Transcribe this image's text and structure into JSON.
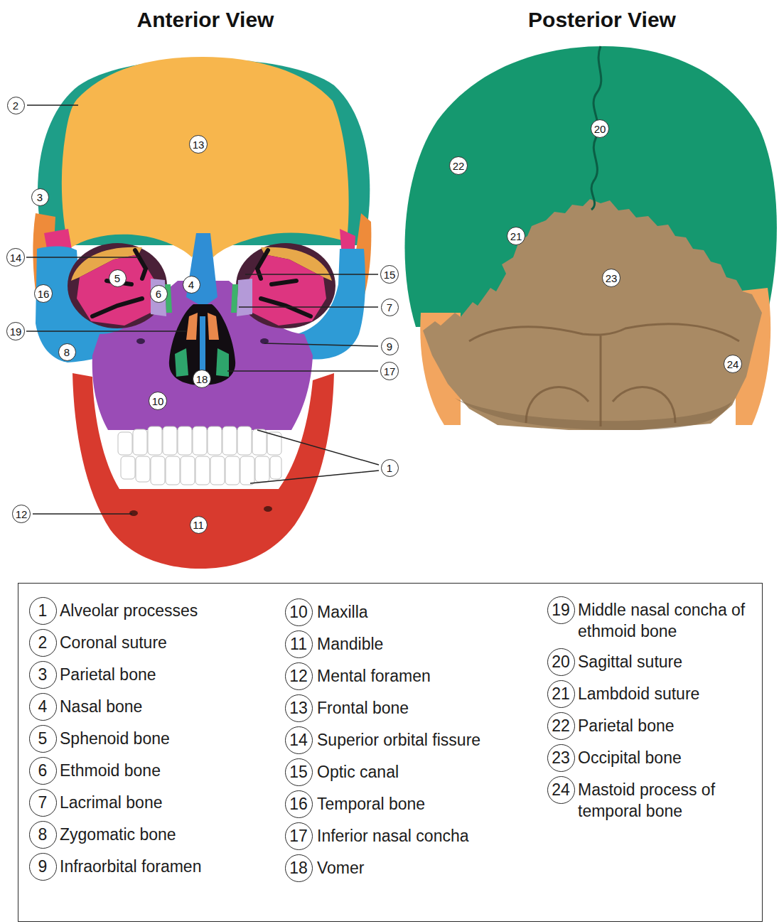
{
  "diagram": {
    "nodes": [
      {
        "text": [
          "1"
        ]
      },
      {
        "text": [
          "2"
        ]
      },
      {
        "text": [
          "3"
        ]
      },
      {
        "text": [
          "4"
        ]
      },
      {
        "text": [
          "5"
        ]
      },
      {
        "text": [
          "6"
        ]
      },
      {
        "text": [
          "7"
        ]
      },
      {
        "text": [
          "8"
        ]
      },
      {
        "text": [
          "9"
        ]
      },
      {
        "text": [
          "10"
        ]
      },
      {
        "text": [
          "11"
        ]
      },
      {
        "text": [
          "12"
        ]
      },
      {
        "text": [
          "13"
        ]
      },
      {
        "text": [
          "14"
        ]
      },
      {
        "text": [
          "15"
        ]
      },
      {
        "text": [
          "16"
        ]
      },
      {
        "text": [
          "17"
        ]
      },
      {
        "text": [
          "18"
        ]
      },
      {
        "text": [
          "19"
        ]
      },
      {
        "text": [
          "20"
        ]
      },
      {
        "text": [
          "21"
        ]
      },
      {
        "text": [
          "22"
        ]
      },
      {
        "text": [
          "23"
        ]
      },
      {
        "text": [
          "24"
        ]
      },
      {
        "text": [
          "Alveolar processes",
          "Coronal suture",
          "Parietal bone",
          "Nasal bone",
          "Sphenoid bone",
          "Ethmoid bone",
          "Lacrimal bone",
          "Zygomatic bone",
          "Infraorbital foramen",
          "Maxilla",
          "Mandible",
          "Mental foramen",
          "Frontal bone",
          "Superior orbital fissure",
          "Optic canal",
          "Temporal bone",
          "Inferior nasal concha",
          "Vomer",
          "Middle nasal concha of ethmoid bone",
          "Sagittal suture",
          "Lambdoid suture",
          "Parietal bone",
          "Occipital bone",
          "Mastoid process of temporal bone"
        ]
      },
      {
        "text": [
          "1"
        ],
        "in": 24
      },
      {
        "text": [
          "2"
        ],
        "in": 24
      },
      {
        "text": [
          "3"
        ],
        "in": 24
      },
      {
        "text": [
          "4"
        ],
        "in": 24
      },
      {
        "text": [
          "5"
        ],
        "in": 24
      },
      {
        "text": [
          "6"
        ],
        "in": 24
      },
      {
        "text": [
          "7"
        ],
        "in": 24
      },
      {
        "text": [
          "8"
        ],
        "in": 24
      },
      {
        "text": [
          "9"
        ],
        "in": 24
      },
      {
        "text": [
          "10"
        ],
        "in": 24
      },
      {
        "text": [
          "11"
        ],
        "in": 24
      },
      {
        "text": [
          "12"
        ],
        "in": 24
      },
      {
        "text": [
          "13"
        ],
        "in": 24
      },
      {
        "text": [
          "14"
        ],
        "in": 24
      },
      {
        "text": [
          "15"
        ],
        "in": 24
      },
      {
        "text": [
          "16"
        ],
        "in": 24
      },
      {
        "text": [
          "17"
        ],
        "in": 24
      },
      {
        "text": [
          "18"
        ],
        "in": 24
      },
      {
        "text": [
          "19"
        ],
        "in": 24
      },
      {
        "text": [
          "20"
        ],
        "in": 24
      },
      {
        "text": [
          "21"
        ],
        "in": 24
      },
      {
        "text": [
          "22"
        ],
        "in": 24
      },
      {
        "text": [
          "23"
        ],
        "in": 24
      },
      {
        "text": [
          "24"
        ],
        "in": 24
      }
    ],
    "labels": [
      "Anterior View",
      "Posterior View"
    ]
  }
}
